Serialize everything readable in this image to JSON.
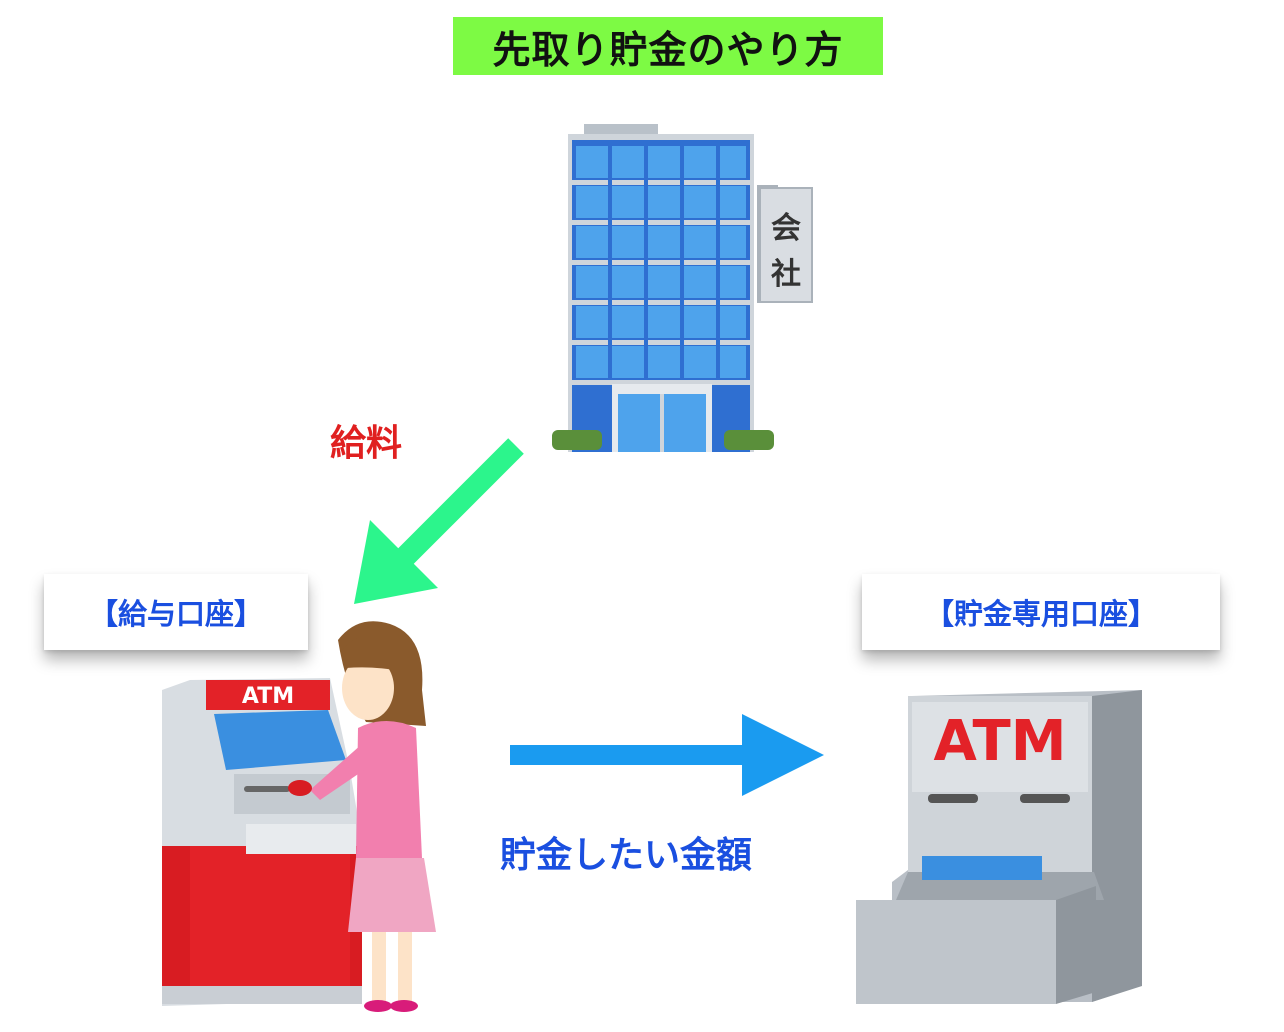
{
  "title": "先取り貯金のやり方",
  "company": {
    "sign": [
      "会",
      "社"
    ]
  },
  "salary_label": "給料",
  "salary_account_label": "【給与口座】",
  "savings_account_label": "【貯金専用口座】",
  "transfer_label": "貯金したい金額",
  "atm_small_text": "ATM",
  "atm_large_text": "ATM",
  "colors": {
    "title_bg": "#7dfa44",
    "salary_text": "#e02020",
    "account_text": "#1a4fe0",
    "salary_arrow": "#2cf58c",
    "transfer_arrow": "#1a9bf0"
  }
}
